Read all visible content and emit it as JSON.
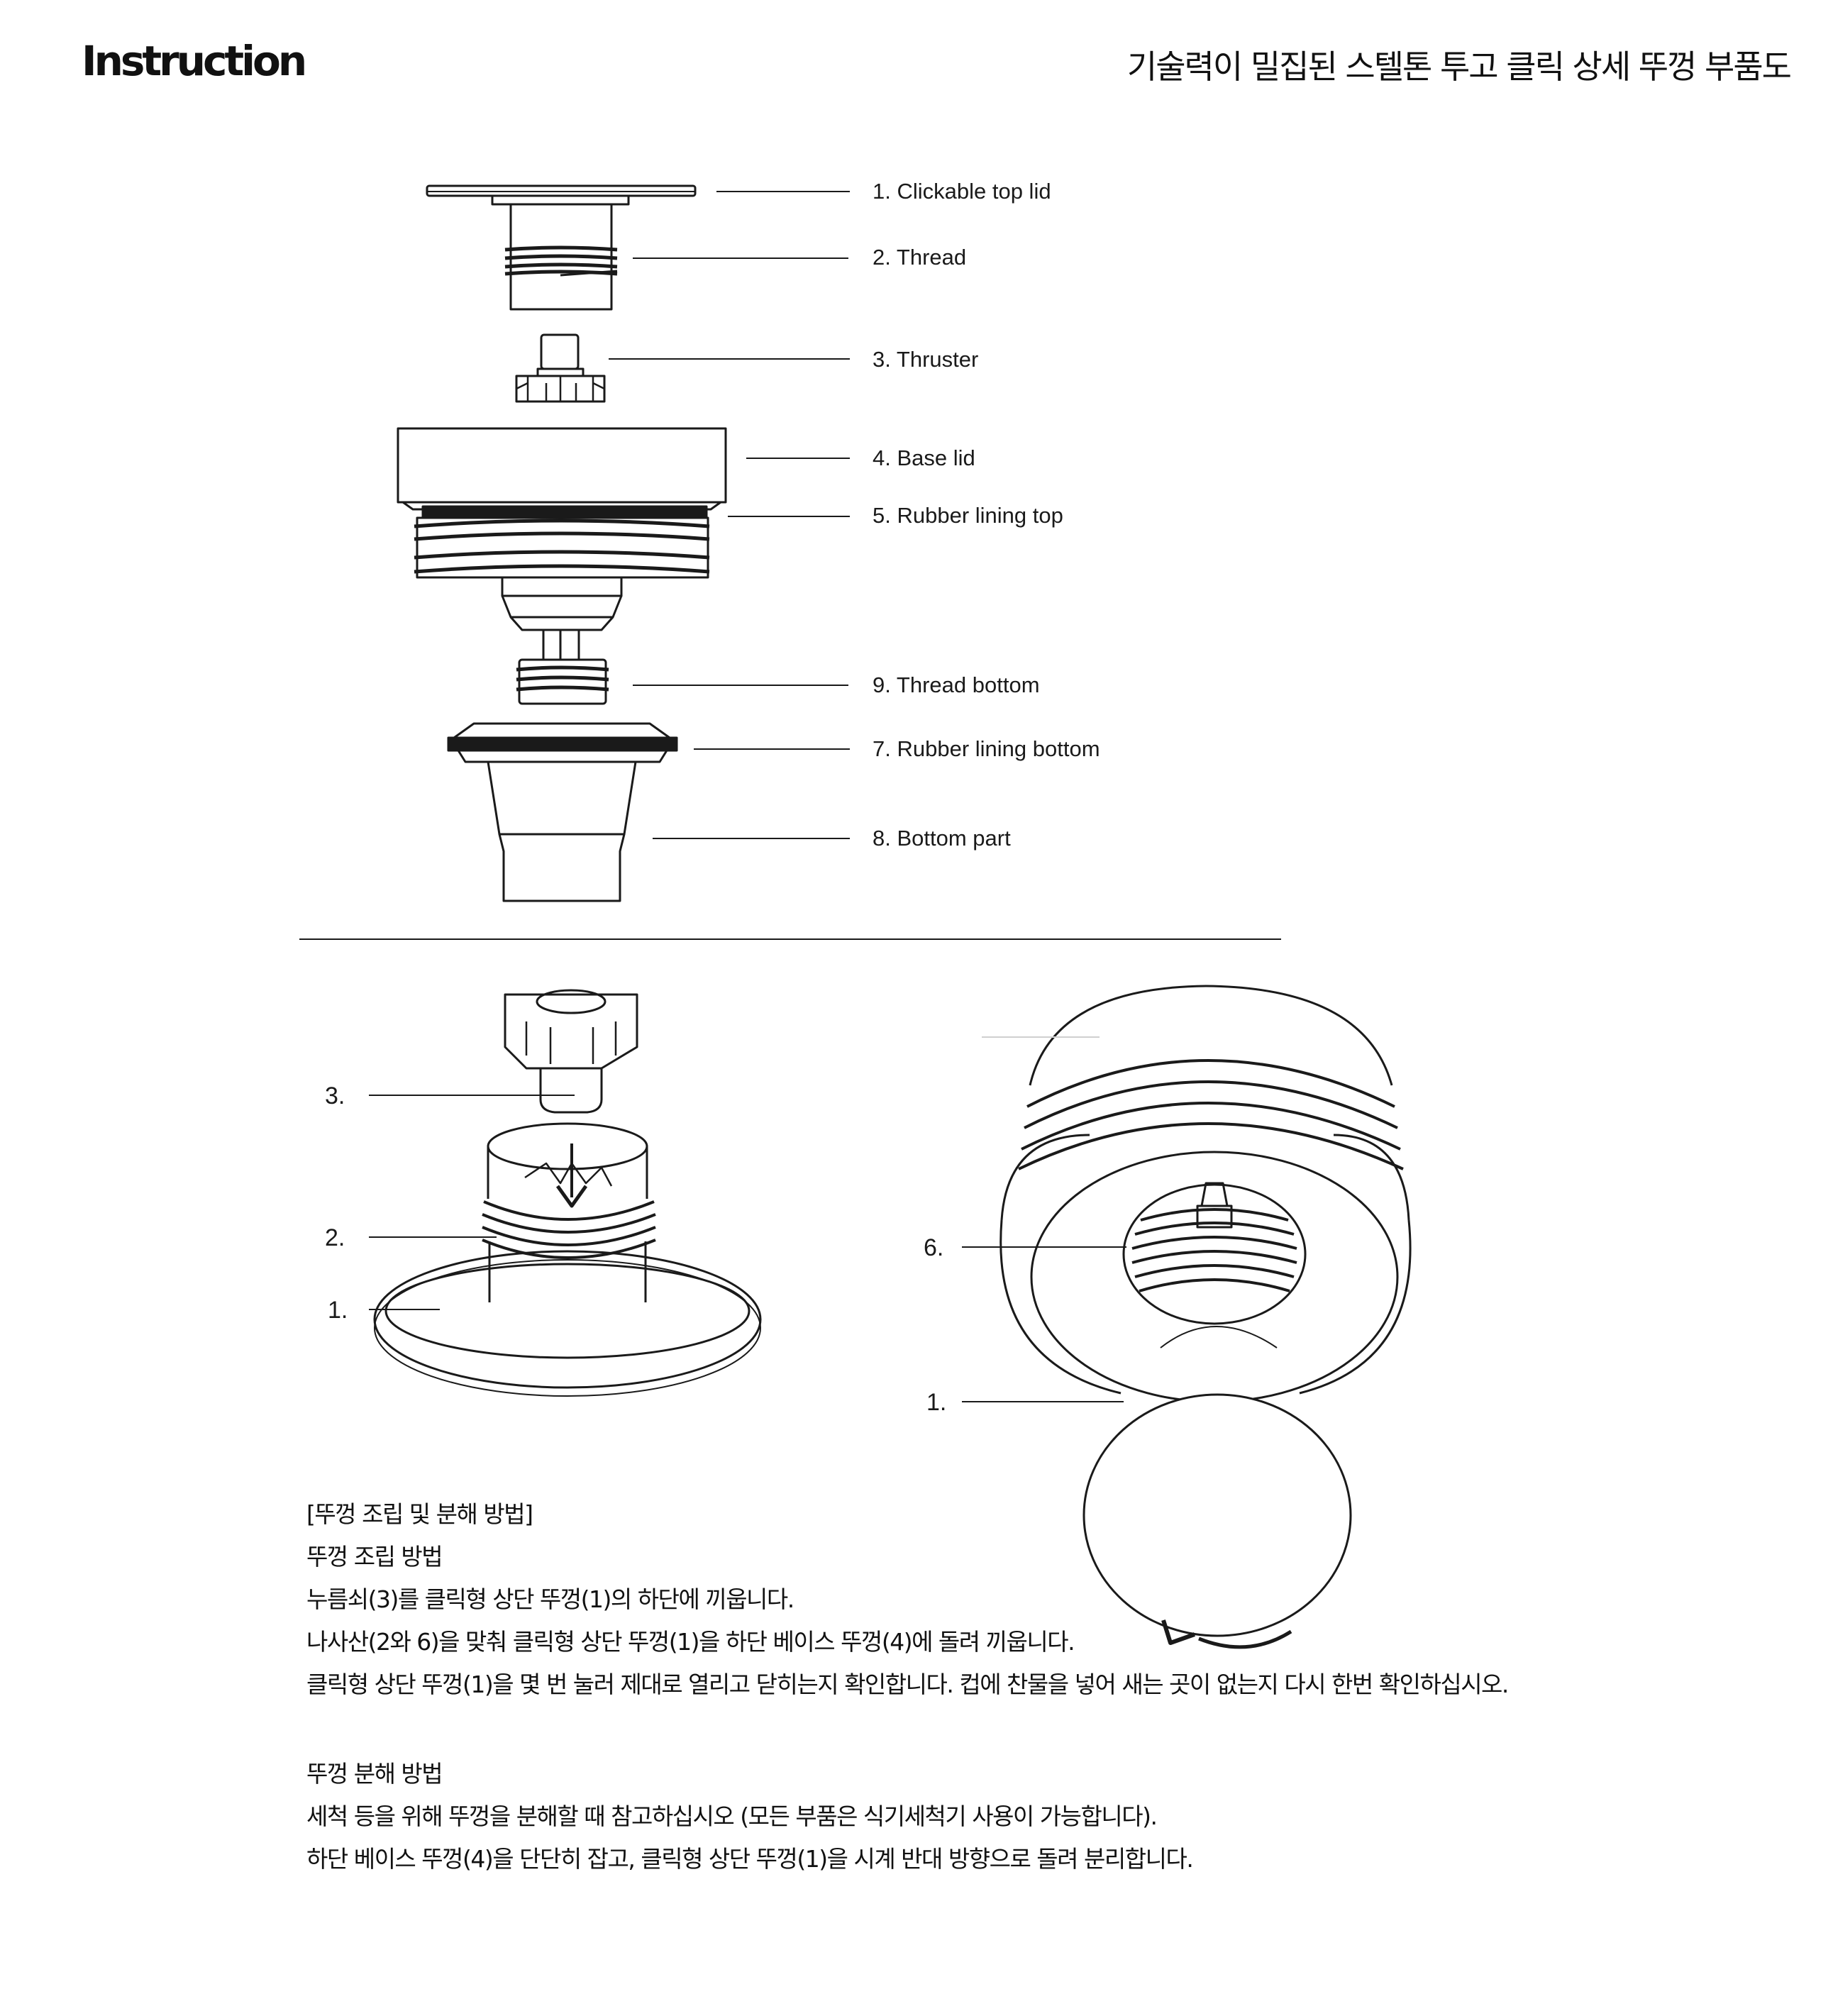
{
  "header": {
    "title": "Instruction",
    "subtitle": "기술력이 밀집된 스텔톤 투고 클릭 상세 뚜껑 부품도"
  },
  "exploded_view": {
    "labels": [
      "1. Clickable top lid",
      "2. Thread",
      "3. Thruster",
      "4. Base lid",
      "5. Rubber lining top",
      "9. Thread bottom",
      "7. Rubber lining bottom",
      "8. Bottom part"
    ]
  },
  "assembly_view": {
    "left_labels": [
      "3.",
      "2.",
      "1."
    ],
    "right_labels": [
      "6.",
      "1."
    ]
  },
  "instructions": {
    "heading": "[뚜껑 조립 및 분해 방법]",
    "assembly_title": "뚜껑 조립 방법",
    "assembly_steps": [
      "누름쇠(3)를 클릭형 상단 뚜껑(1)의 하단에 끼웁니다.",
      "나사산(2와 6)을 맞춰 클릭형 상단 뚜껑(1)을 하단 베이스 뚜껑(4)에 돌려 끼웁니다.",
      "클릭형 상단 뚜껑(1)을 몇 번 눌러 제대로 열리고 닫히는지 확인합니다. 컵에 찬물을 넣어 새는 곳이 없는지 다시 한번 확인하십시오."
    ],
    "disassembly_title": "뚜껑 분해 방법",
    "disassembly_steps": [
      "세척 등을 위해 뚜껑을 분해할 때 참고하십시오 (모든 부품은 식기세척기 사용이 가능합니다).",
      "하단 베이스 뚜껑(4)을 단단히 잡고, 클릭형 상단 뚜껑(1)을 시계 반대 방향으로 돌려 분리합니다."
    ]
  }
}
